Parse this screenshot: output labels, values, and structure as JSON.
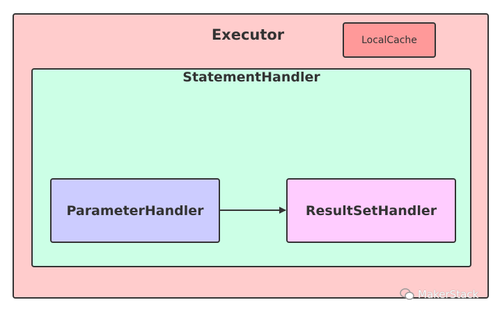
{
  "executor": {
    "title": "Executor"
  },
  "local_cache": {
    "label": "LocalCache"
  },
  "statement_handler": {
    "title": "StatementHandler"
  },
  "parameter_handler": {
    "label": "ParameterHandler"
  },
  "result_set_handler": {
    "label": "ResultSetHandler"
  },
  "watermark": {
    "text": "MakerStack",
    "icon": "wechat-icon"
  },
  "colors": {
    "executor_fill": "#ffcccc",
    "local_cache_fill": "#ff9999",
    "statement_fill": "#ccffe6",
    "parameter_fill": "#ccccff",
    "result_fill": "#ffccff",
    "stroke": "#333333"
  }
}
